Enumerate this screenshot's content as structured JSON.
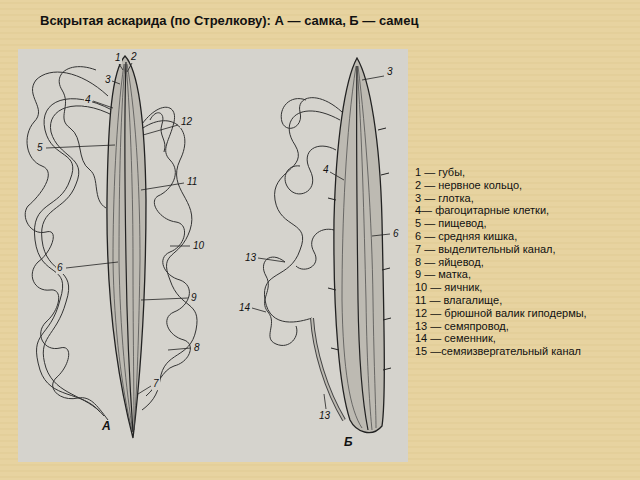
{
  "diagram": {
    "title": "Вскрытая аскарида (по Стрелкову): А — самка, Б — самец",
    "labels": [
      "1",
      "2",
      "3",
      "4",
      "12",
      "5",
      "11",
      "10",
      "6",
      "9",
      "8",
      "7",
      "А",
      "3",
      "4",
      "6",
      "13",
      "14",
      "13",
      "Б",
      "1 — губы,",
      "2 — нервное кольцо,",
      "3 — глотка,",
      "4— фагоцитарные клетки,",
      "5 — пищевод,",
      "6 — средняя кишка,",
      "7 — выделительный канал,",
      "8 — яйцевод,",
      "9 — матка,",
      "10 — яичник,",
      "11 — влагалище,",
      "12 — брюшной валик гиподермы,",
      "13 — семяпровод,",
      "14 — семенник,",
      "15 —семяизвергательный канал"
    ]
  }
}
